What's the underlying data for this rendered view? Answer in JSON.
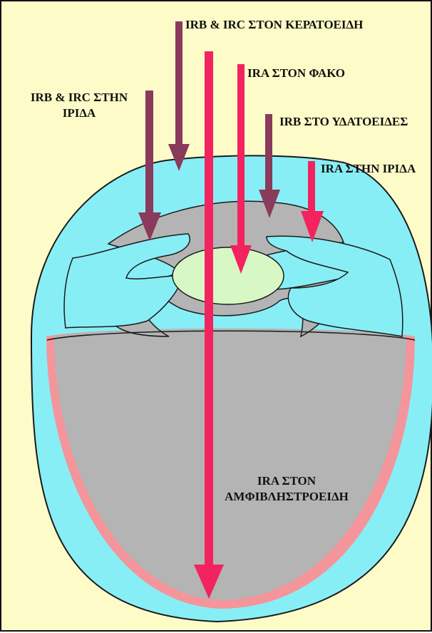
{
  "labels": {
    "cornea": "IRB & IRC ΣΤΟΝ ΚΕΡΑΤΟΕΙΔΗ",
    "lens": "IRA ΣΤΟΝ ΦΑΚΟ",
    "iris_irb_line1": "IRB & IRC ΣΤΗΝ",
    "iris_irb_line2": "IΡΙΔΑ",
    "aqueous": "IRB ΣΤΟ ΥΔΑΤΟΕΙΔΕΣ",
    "iris_ira": "IRA ΣΤΗΝ ΙΡΙΔΑ",
    "retina_line1": "IRA ΣΤΟΝ",
    "retina_line2": "ΑΜΦΙΒΛΗΣΤΡΟΕΙΔΗ"
  },
  "colors": {
    "background": "#fdfcc8",
    "outer_layer": "#88eef6",
    "retina": "#f4959b",
    "interior": "#b4b4b4",
    "lens": "#d7f7c4",
    "arrow_irb": "#8a3a5b",
    "arrow_ira": "#f2235e"
  }
}
